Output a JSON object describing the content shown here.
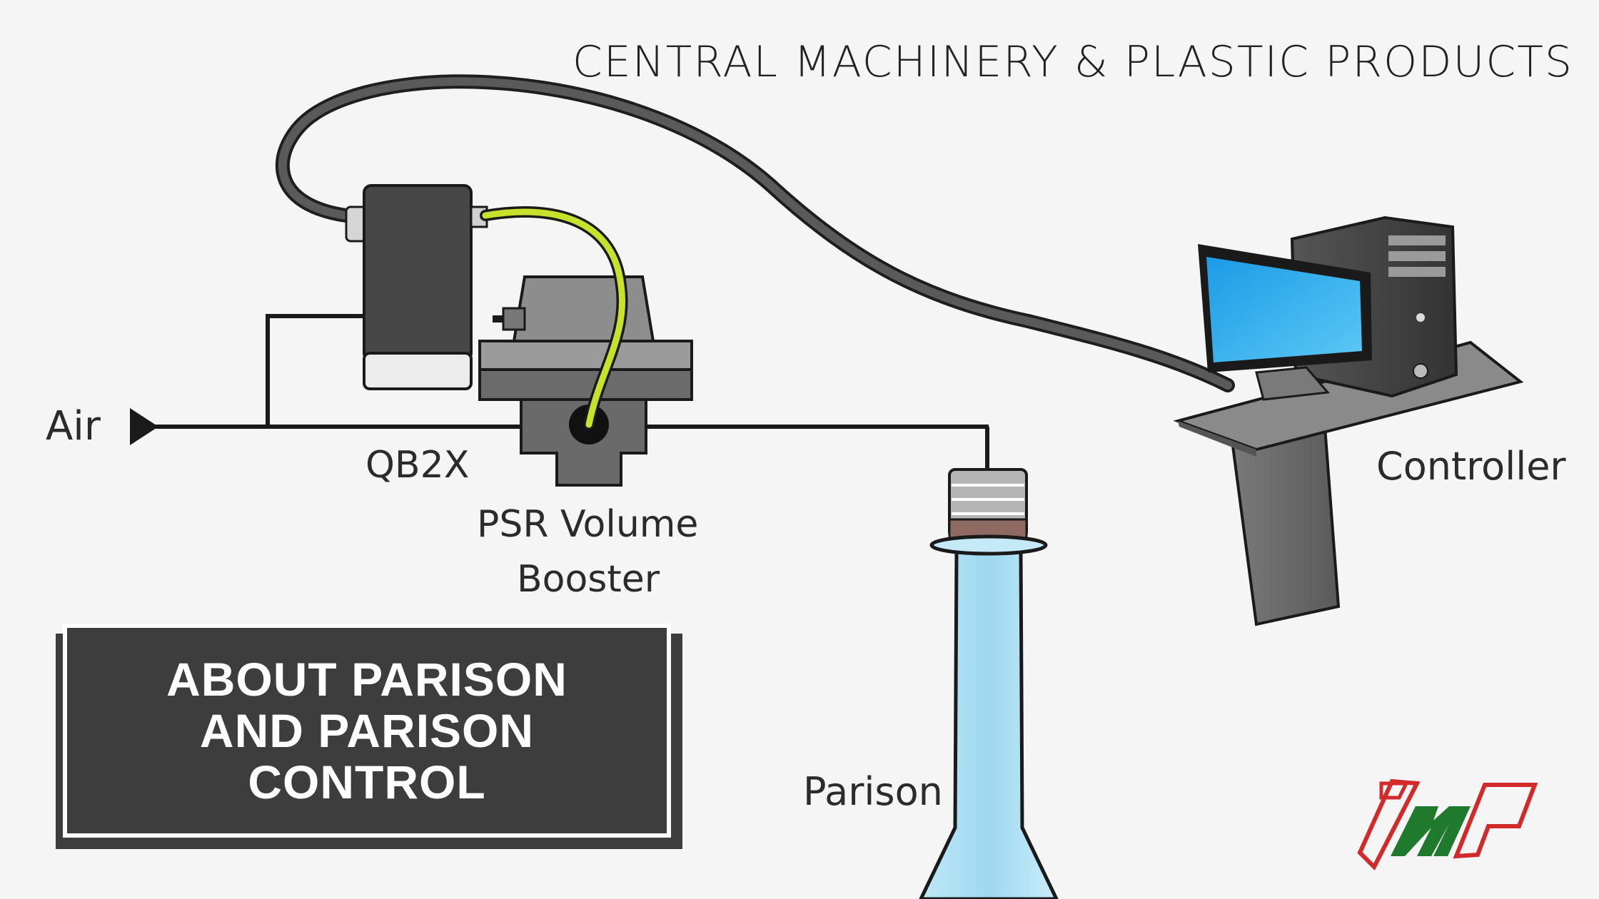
{
  "header": {
    "company": "CENTRAL MACHINERY & PLASTIC PRODUCTS"
  },
  "labels": {
    "air": "Air",
    "qb2x": "QB2X",
    "psr_line1": "PSR Volume",
    "psr_line2": "Booster",
    "parison": "Parison",
    "controller": "Controller"
  },
  "title_card": {
    "lines": [
      "ABOUT PARISON",
      "AND PARISON",
      "CONTROL"
    ]
  },
  "logo": {
    "text": "CMP"
  },
  "colors": {
    "background": "#f5f5f5",
    "title_box": "#3d3d3d",
    "cable_yellow": "#c8e12a",
    "screen_blue": "#2aa8ee",
    "parison_blue": "#a9ddf2",
    "logo_red": "#d22a2a",
    "logo_green": "#1f7a2e"
  }
}
